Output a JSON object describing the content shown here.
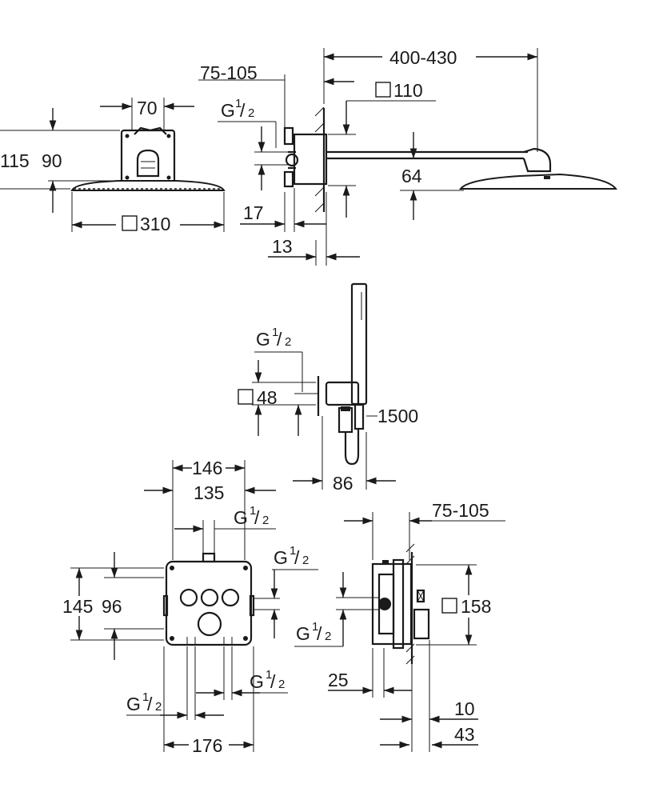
{
  "diagram": {
    "colors": {
      "line": "#1a1a1a",
      "background": "#ffffff"
    },
    "top_view": {
      "head_width": "70",
      "height_total": "115",
      "height_head": "90",
      "head_size": "310",
      "arm_range": "75-105",
      "thread_g": "G",
      "thread_num": "1",
      "thread_den": "2",
      "offset_17": "17",
      "wall_13": "13",
      "arm_length": "400-430",
      "plate_110": "110",
      "drop_64": "64"
    },
    "hand_shower": {
      "thread_g": "G",
      "thread_num": "1",
      "thread_den": "2",
      "outlet_48": "48",
      "hose_1500": "1500",
      "depth_86": "86"
    },
    "box_front": {
      "width_146": "146",
      "width_135": "135",
      "thread_top_g": "G",
      "thread_top_num": "1",
      "thread_top_den": "2",
      "thread_right_g": "G",
      "thread_right_num": "1",
      "thread_right_den": "2",
      "height_145": "145",
      "height_96": "96",
      "thread_bottom_right_g": "G",
      "thread_bottom_right_num": "1",
      "thread_bottom_right_den": "2",
      "thread_bottom_left_g": "G",
      "thread_bottom_left_num": "1",
      "thread_bottom_left_den": "2",
      "width_176": "176"
    },
    "box_side": {
      "range_75_105": "75-105",
      "plate_158": "158",
      "thread_g": "G",
      "thread_num": "1",
      "thread_den": "2",
      "depth_25": "25",
      "depth_10": "10",
      "depth_43": "43"
    }
  }
}
